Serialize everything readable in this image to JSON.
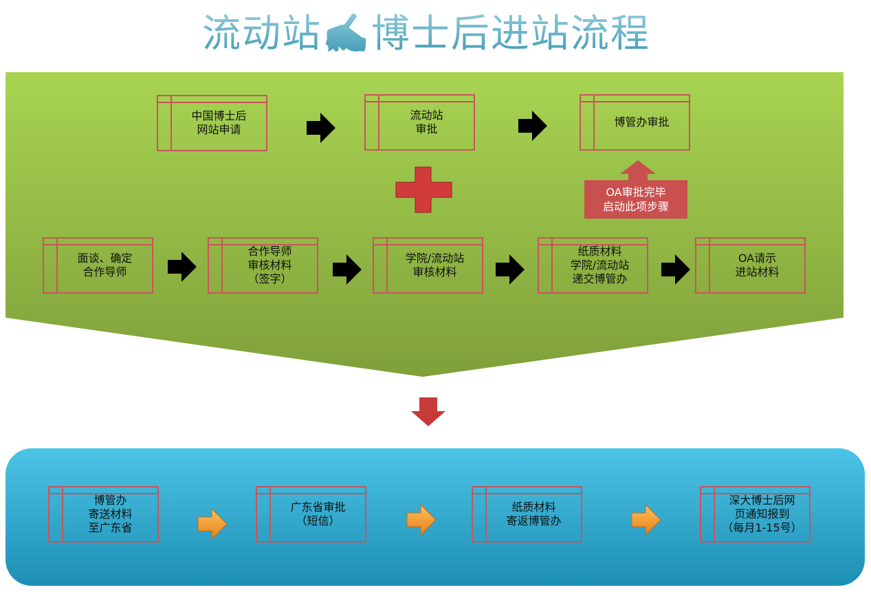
{
  "title": "流动站✍博士后进站流程",
  "colors": {
    "green_panel": "#9cc44a",
    "blue_panel": "#2fa7cc",
    "box_border": "#c9545a",
    "plus": "#d23b3b",
    "orange_arrow": "#f19a2c"
  },
  "top_row": [
    {
      "label": "中国博士后\n网站申请"
    },
    {
      "label": "流动站\n审批"
    },
    {
      "label": "博管办审批"
    }
  ],
  "oa_note": "OA审批完毕\n启动此项步骤",
  "middle_row": [
    {
      "label": "面谈、确定\n合作导师"
    },
    {
      "label": "合作导师\n审核材料\n（签字）"
    },
    {
      "label": "学院/流动站\n审核材料"
    },
    {
      "label": "纸质材料\n学院/流动站\n递交博管办"
    },
    {
      "label": "OA请示\n进站材料"
    }
  ],
  "bottom_row": [
    {
      "label": "博管办\n寄送材料\n至广东省"
    },
    {
      "label": "广东省审批\n（短信）"
    },
    {
      "label": "纸质材料\n寄返博管办"
    },
    {
      "label": "深大博士后网\n页通知报到\n（每月1-15号）"
    }
  ]
}
